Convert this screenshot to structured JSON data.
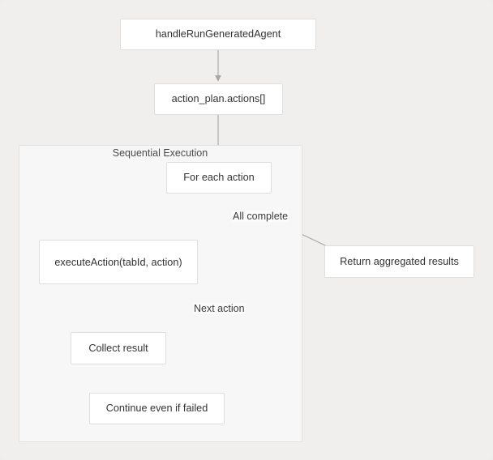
{
  "diagram": {
    "type": "flowchart",
    "title_visible": false,
    "background_color": "#f1efed",
    "node_fill": "#ffffff",
    "node_border": "#e0dedc",
    "edge_color": "#9a9a9a",
    "text_color": "#333333",
    "subgraphs": [
      {
        "id": "sequential-execution",
        "label": "Sequential Execution",
        "fill": "#f7f7f7",
        "border": "#e4e2e0"
      }
    ],
    "nodes": [
      {
        "id": "handle-run-generated-agent",
        "label": "handleRunGeneratedAgent"
      },
      {
        "id": "action-plan-actions",
        "label": "action_plan.actions[]"
      },
      {
        "id": "for-each-action",
        "label": "For each action"
      },
      {
        "id": "execute-action",
        "label": "executeAction(tabId, action)"
      },
      {
        "id": "collect-result",
        "label": "Collect result"
      },
      {
        "id": "continue-even-if-failed",
        "label": "Continue even if failed"
      },
      {
        "id": "return-aggregated-results",
        "label": "Return aggregated results"
      }
    ],
    "edges": [
      {
        "from": "handle-run-generated-agent",
        "to": "action-plan-actions",
        "label": ""
      },
      {
        "from": "action-plan-actions",
        "to": "for-each-action",
        "label": ""
      },
      {
        "from": "for-each-action",
        "to": "execute-action",
        "label": ""
      },
      {
        "from": "execute-action",
        "to": "collect-result",
        "label": ""
      },
      {
        "from": "collect-result",
        "to": "continue-even-if-failed",
        "label": ""
      },
      {
        "from": "continue-even-if-failed",
        "to": "for-each-action",
        "label": "Next action"
      },
      {
        "from": "for-each-action",
        "to": "return-aggregated-results",
        "label": "All complete"
      }
    ],
    "edge_labels": {
      "all_complete": "All complete",
      "next_action": "Next action"
    }
  }
}
